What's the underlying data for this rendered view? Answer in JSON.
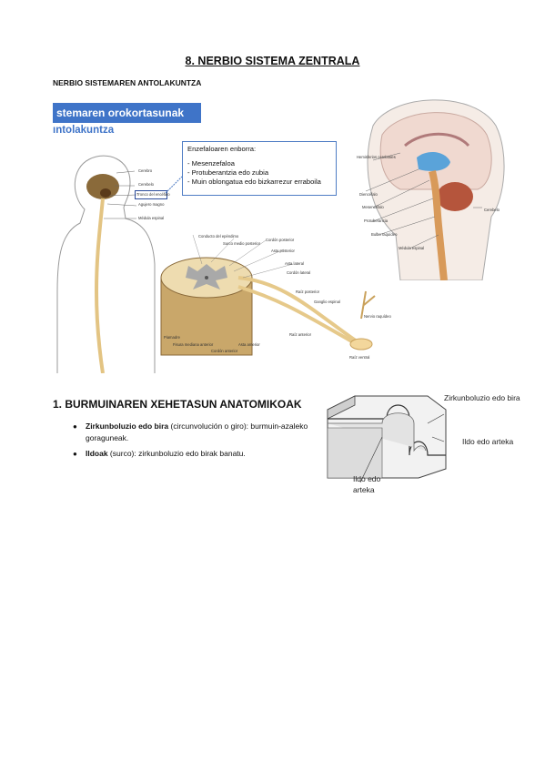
{
  "title": "8. NERBIO SISTEMA ZENTRALA",
  "subtitle": "NERBIO SISTEMAREN ANTOLAKUNTZA",
  "banner": {
    "line1": "stemaren orokortasunak",
    "line2": "ıntolakuntza"
  },
  "callout": {
    "heading": "Enzefaloaren enborra:",
    "items": [
      "- Mesenzefaloa",
      "- Protuberantzia edo zubia",
      "- Muin oblongatua edo bizkarrezur erraboila"
    ]
  },
  "body_figure_labels": [
    "Cerebro",
    "Cerebelo",
    "Tronco del encéfalo",
    "Agujero magno",
    "Médula espinal"
  ],
  "brain_figure_labels": [
    "Hemisferios cerebrales",
    "Diencéfalo",
    "Mesencéfalo",
    "Protuberancia",
    "Bulbo raquídeo",
    "Médula espinal",
    "Cerebelo"
  ],
  "spinal_figure_labels": [
    "Conducto del epéndimo",
    "Surco medio posterior",
    "Cordón posterior",
    "Asta posterior",
    "Raíz posterior",
    "Asta lateral",
    "Cordón lateral",
    "Ganglio espinal",
    "Raíz anterior",
    "Nervio raquídeo",
    "Cordón anterior",
    "Asta anterior",
    "Fisura mediana anterior",
    "Piamadre",
    "Raíz ventral"
  ],
  "section1": {
    "title": "1. BURMUINAREN XEHETASUN ANATOMIKOAK",
    "bullets": [
      {
        "bold": "Zirkunboluzio edo bira",
        "rest": " (circunvolución o giro): burmuin-azaleko goraguneak."
      },
      {
        "bold": "Ildoak",
        "rest": " (surco): zirkunboluzio edo birak banatu."
      }
    ]
  },
  "fold_figure": {
    "label_gyrus": "Zirkunboluzio edo bira",
    "label_sulcus_right": "Ildo edo arteka",
    "label_sulcus_bottom_1": "Ildo edo",
    "label_sulcus_bottom_2": "arteka"
  }
}
